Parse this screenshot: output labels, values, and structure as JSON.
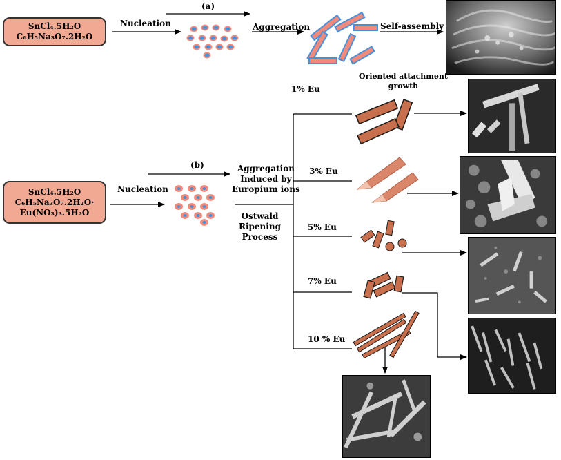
{
  "panel_a": {
    "label": "(a)",
    "reagents": [
      "SnCl₄.5H₂O",
      "C₆H₅Na₃O₇.2H₂O"
    ],
    "step1": "Nucleation",
    "step2": "Aggregation",
    "step3": "Self-assembly"
  },
  "panel_b": {
    "label": "(b)",
    "reagents": [
      "SnCl₄.5H₂O",
      "C₆H₅Na₃O₇.2H₂O·",
      "Eu(NO₃)₃.5H₂O"
    ],
    "step1": "Nucleation",
    "aggregation_text": [
      "Aggregation",
      "Induced by",
      "Europium ions"
    ],
    "ostwald_text": [
      "Ostwald",
      "Ripening",
      "Process"
    ],
    "oriented_text": [
      "Oriented attachment",
      "growth"
    ],
    "branches": [
      "1% Eu",
      "3% Eu",
      "5% Eu",
      "7% Eu",
      "10 % Eu"
    ]
  },
  "colors": {
    "box_fill": "#f2a994",
    "particle_fill": "#4a90d9",
    "particle_ring": "#f08a7a",
    "rod_fill": "#c8704d",
    "arrow": "#000000"
  }
}
